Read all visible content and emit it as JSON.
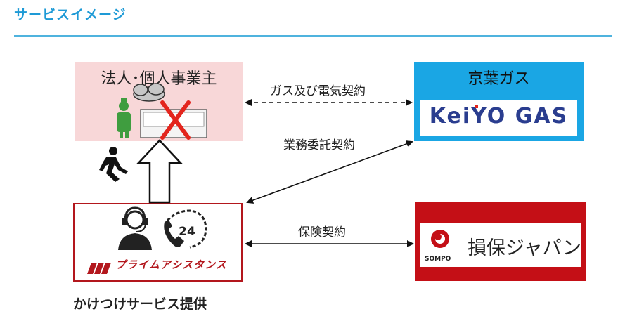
{
  "title": "サービスイメージ",
  "nodes": {
    "client": "法人･個人事業主",
    "keiyo": "京葉ガス",
    "keiyo_logo": "KeiYO GAS",
    "prime": "プライムアシスタンス",
    "sompo": "損保ジャパン",
    "sompo_small": "SOMPO"
  },
  "edges": {
    "gas_electric": "ガス及び電気契約",
    "outsourcing": "業務委託契約",
    "insurance": "保険契約"
  },
  "badge_24": "24",
  "footer": "かけつけサービス提供",
  "colors": {
    "accent": "#1e9ad6",
    "client_bg": "#f8d7d8",
    "keiyo_bg": "#1aa6e4",
    "prime_red": "#b3171d",
    "sompo_red": "#c40f16"
  }
}
